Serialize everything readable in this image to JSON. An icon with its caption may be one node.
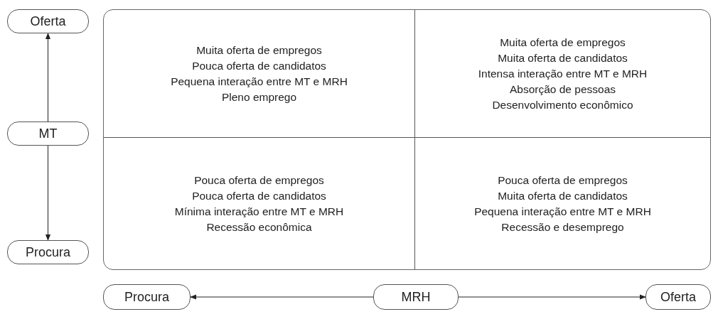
{
  "diagram": {
    "nodes": [
      {
        "text": [
          "Oferta"
        ]
      },
      {
        "text": [
          "MT"
        ]
      },
      {
        "text": [
          "Procura"
        ]
      },
      {
        "text": [],
        "shape": "box"
      },
      {
        "text": [
          "Muita oferta de empregos",
          "Pouca oferta de candidatos",
          "Pequena interação entre MT e MRH",
          "Pleno emprego"
        ],
        "in": 3
      },
      {
        "text": [
          "Muita oferta de empregos",
          "Muita oferta de candidatos",
          "Intensa interação entre MT e MRH",
          "Absorção de pessoas",
          "Desenvolvimento econômico"
        ],
        "in": 3
      },
      {
        "text": [
          "Pouca oferta de empregos",
          "Pouca oferta de candidatos",
          "Mínima interação entre MT e MRH",
          "Recessão econômica"
        ],
        "in": 3
      },
      {
        "text": [
          "Pouca oferta de empregos",
          "Muita oferta de candidatos",
          "Pequena interação entre MT e MRH",
          "Recessão e desemprego"
        ],
        "in": 3
      },
      {
        "text": [
          "Procura"
        ]
      },
      {
        "text": [
          "MRH"
        ]
      },
      {
        "text": [
          "Oferta"
        ]
      }
    ],
    "edges": [
      {
        "from": 1,
        "to": 0,
        "arrow": "to"
      },
      {
        "from": 1,
        "to": 2,
        "arrow": "to"
      },
      {
        "from": 9,
        "to": 8,
        "arrow": "to"
      },
      {
        "from": 9,
        "to": 10,
        "arrow": "to"
      }
    ]
  }
}
